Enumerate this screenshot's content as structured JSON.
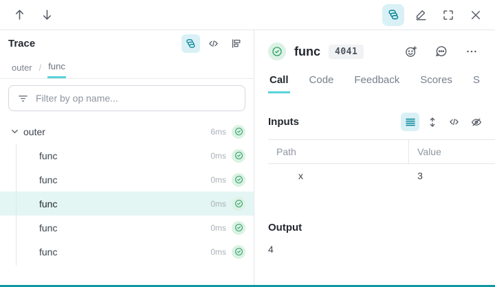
{
  "colors": {
    "accent_teal": "#038194",
    "accent_teal_light": "#d9f1f6",
    "tab_underline": "#58d3db",
    "selected_row_bg": "#e4f6f3",
    "check_green": "#2f9e68"
  },
  "topbar": {
    "icons": [
      "up-arrow",
      "down-arrow",
      "trace-stack",
      "edit-pencil",
      "fullscreen",
      "close"
    ]
  },
  "trace_panel": {
    "title": "Trace",
    "view_icons": [
      "trace-stack",
      "code",
      "flame-graph"
    ],
    "breadcrumb": {
      "items": [
        "outer",
        "func"
      ],
      "separator": "/"
    },
    "filter_placeholder": "Filter by op name...",
    "tree": [
      {
        "label": "outer",
        "duration": "6ms"
      },
      {
        "label": "func",
        "duration": "0ms"
      },
      {
        "label": "func",
        "duration": "0ms"
      },
      {
        "label": "func",
        "duration": "0ms"
      },
      {
        "label": "func",
        "duration": "0ms"
      },
      {
        "label": "func",
        "duration": "0ms"
      }
    ]
  },
  "call_panel": {
    "title": "func",
    "count_badge": "4041",
    "header_icons": [
      "add-reaction",
      "comment",
      "overflow-menu"
    ],
    "tabs": [
      {
        "label": "Call"
      },
      {
        "label": "Code"
      },
      {
        "label": "Feedback"
      },
      {
        "label": "Scores"
      },
      {
        "label": "S"
      }
    ],
    "inputs": {
      "heading": "Inputs",
      "view_icons": [
        "list-view",
        "expand-vertical",
        "code-view",
        "hide-empty"
      ],
      "columns": {
        "path": "Path",
        "value": "Value"
      },
      "rows": [
        {
          "path": "x",
          "value": "3"
        }
      ]
    },
    "output": {
      "heading": "Output",
      "value": "4"
    }
  }
}
